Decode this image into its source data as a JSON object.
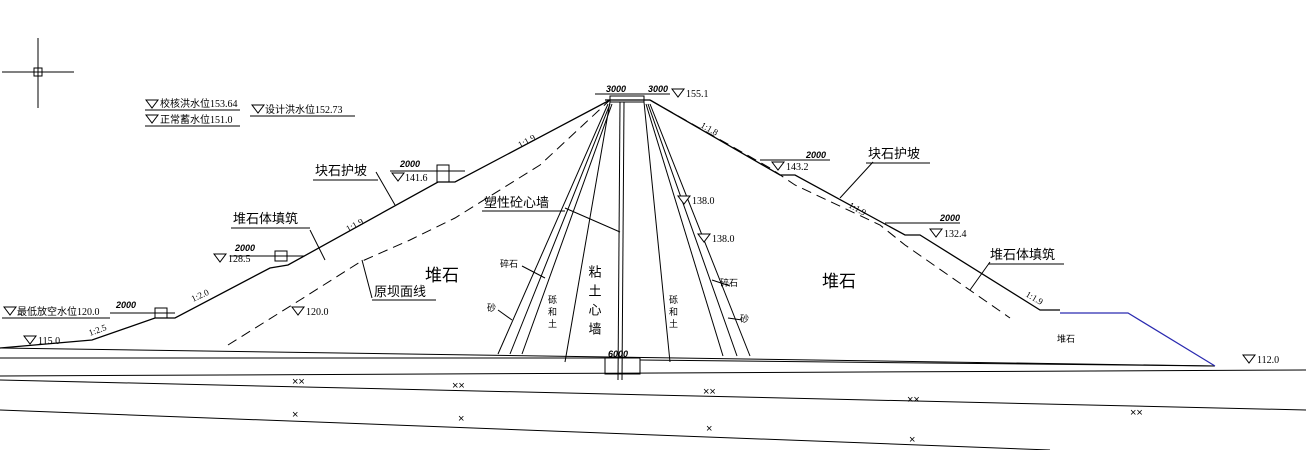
{
  "water_levels": {
    "check_flood": "校核洪水位153.64",
    "normal": "正常蓄水位151.0",
    "design_flood": "设计洪水位152.73",
    "min_drawdown": "最低放空水位120.0"
  },
  "elevations": {
    "crest": "155.1",
    "up_berm1": "141.6",
    "up_berm2": "128.5",
    "up_120": "120.0",
    "up_toe": "115.0",
    "core_138_a": "138.0",
    "core_138_b": "138.0",
    "down_berm1": "143.2",
    "down_berm2": "132.4",
    "down_toe": "112.0"
  },
  "dimensions": {
    "crest_left": "3000",
    "crest_right": "3000",
    "berm_up1": "2000",
    "berm_up2": "2000",
    "berm_up3": "2000",
    "berm_down1": "2000",
    "berm_down2": "2000",
    "core_base": "6000"
  },
  "slopes": {
    "up1": "1:1.9",
    "up2": "1:1.9",
    "up3": "1:2.0",
    "up4": "1:2.5",
    "down1": "1:1.8",
    "down2": "1:1.9",
    "down3": "1:1.9"
  },
  "labels": {
    "up_riprap": "块石护坡",
    "up_fill": "堆石体填筑",
    "original_ground": "原坝面线",
    "up_rockfill": "堆石",
    "plastic_wall": "塑性砼心墙",
    "clay_core": "粘土心墙",
    "gravel_soil_l": "砾和土",
    "gravel_soil_r": "砾和土",
    "broken_stone_l": "碎石",
    "broken_stone_r": "碎石",
    "sand_l": "砂",
    "sand_r": "砂",
    "down_rockfill": "堆石",
    "down_riprap": "块石护坡",
    "down_fill": "堆石体填筑",
    "toe_rock": "堆石"
  },
  "markers": {
    "xx": "××",
    "x": "×"
  }
}
